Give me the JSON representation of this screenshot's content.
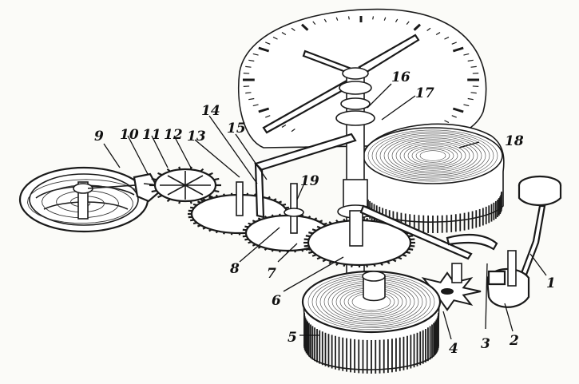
{
  "figure": {
    "labels": [
      "1",
      "2",
      "3",
      "4",
      "5",
      "6",
      "7",
      "8",
      "9",
      "10",
      "11",
      "12",
      "13",
      "14",
      "15",
      "16",
      "17",
      "18",
      "19"
    ],
    "colors": {
      "ink": "#1a1a1a",
      "paper": "#fbfbf8"
    }
  }
}
